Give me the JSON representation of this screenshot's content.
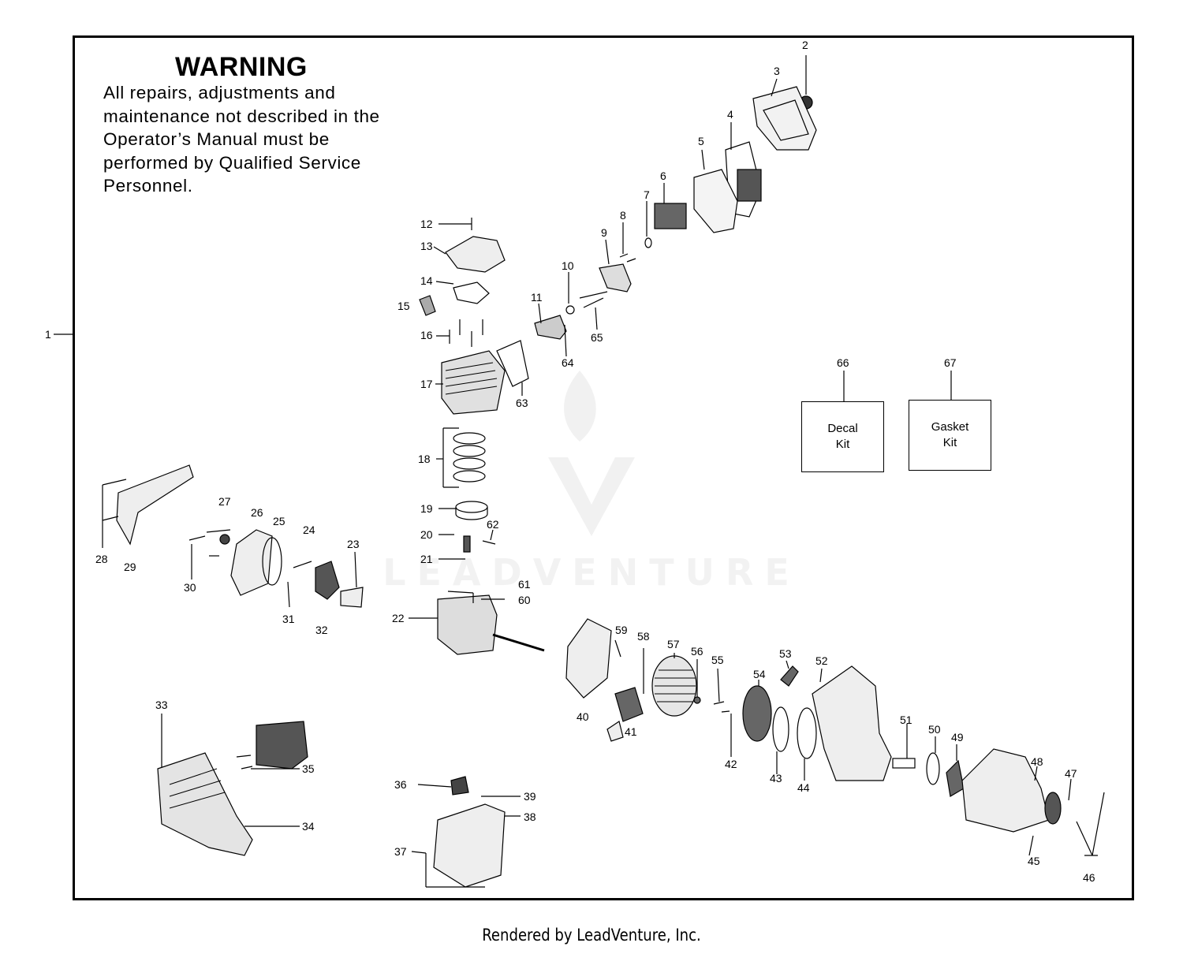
{
  "warning": {
    "title": "WARNING",
    "body": "All repairs, adjustments and maintenance not described in the Operator’s Manual must be performed by Qualified Service Personnel."
  },
  "kits": [
    {
      "number": "66",
      "line1": "Decal",
      "line2": "Kit"
    },
    {
      "number": "67",
      "line1": "Gasket",
      "line2": "Kit"
    }
  ],
  "watermark": {
    "text": "LEADVENTURE"
  },
  "footer": {
    "text": "Rendered by LeadVenture, Inc."
  },
  "callouts": [
    "1",
    "2",
    "3",
    "4",
    "5",
    "6",
    "7",
    "8",
    "9",
    "10",
    "11",
    "12",
    "13",
    "14",
    "15",
    "16",
    "17",
    "18",
    "19",
    "20",
    "21",
    "22",
    "23",
    "24",
    "25",
    "26",
    "27",
    "28",
    "29",
    "30",
    "31",
    "32",
    "33",
    "34",
    "35",
    "36",
    "37",
    "38",
    "39",
    "40",
    "41",
    "42",
    "43",
    "44",
    "45",
    "46",
    "47",
    "48",
    "49",
    "50",
    "51",
    "52",
    "53",
    "54",
    "55",
    "56",
    "57",
    "58",
    "59",
    "60",
    "61",
    "62",
    "63",
    "64",
    "65"
  ]
}
